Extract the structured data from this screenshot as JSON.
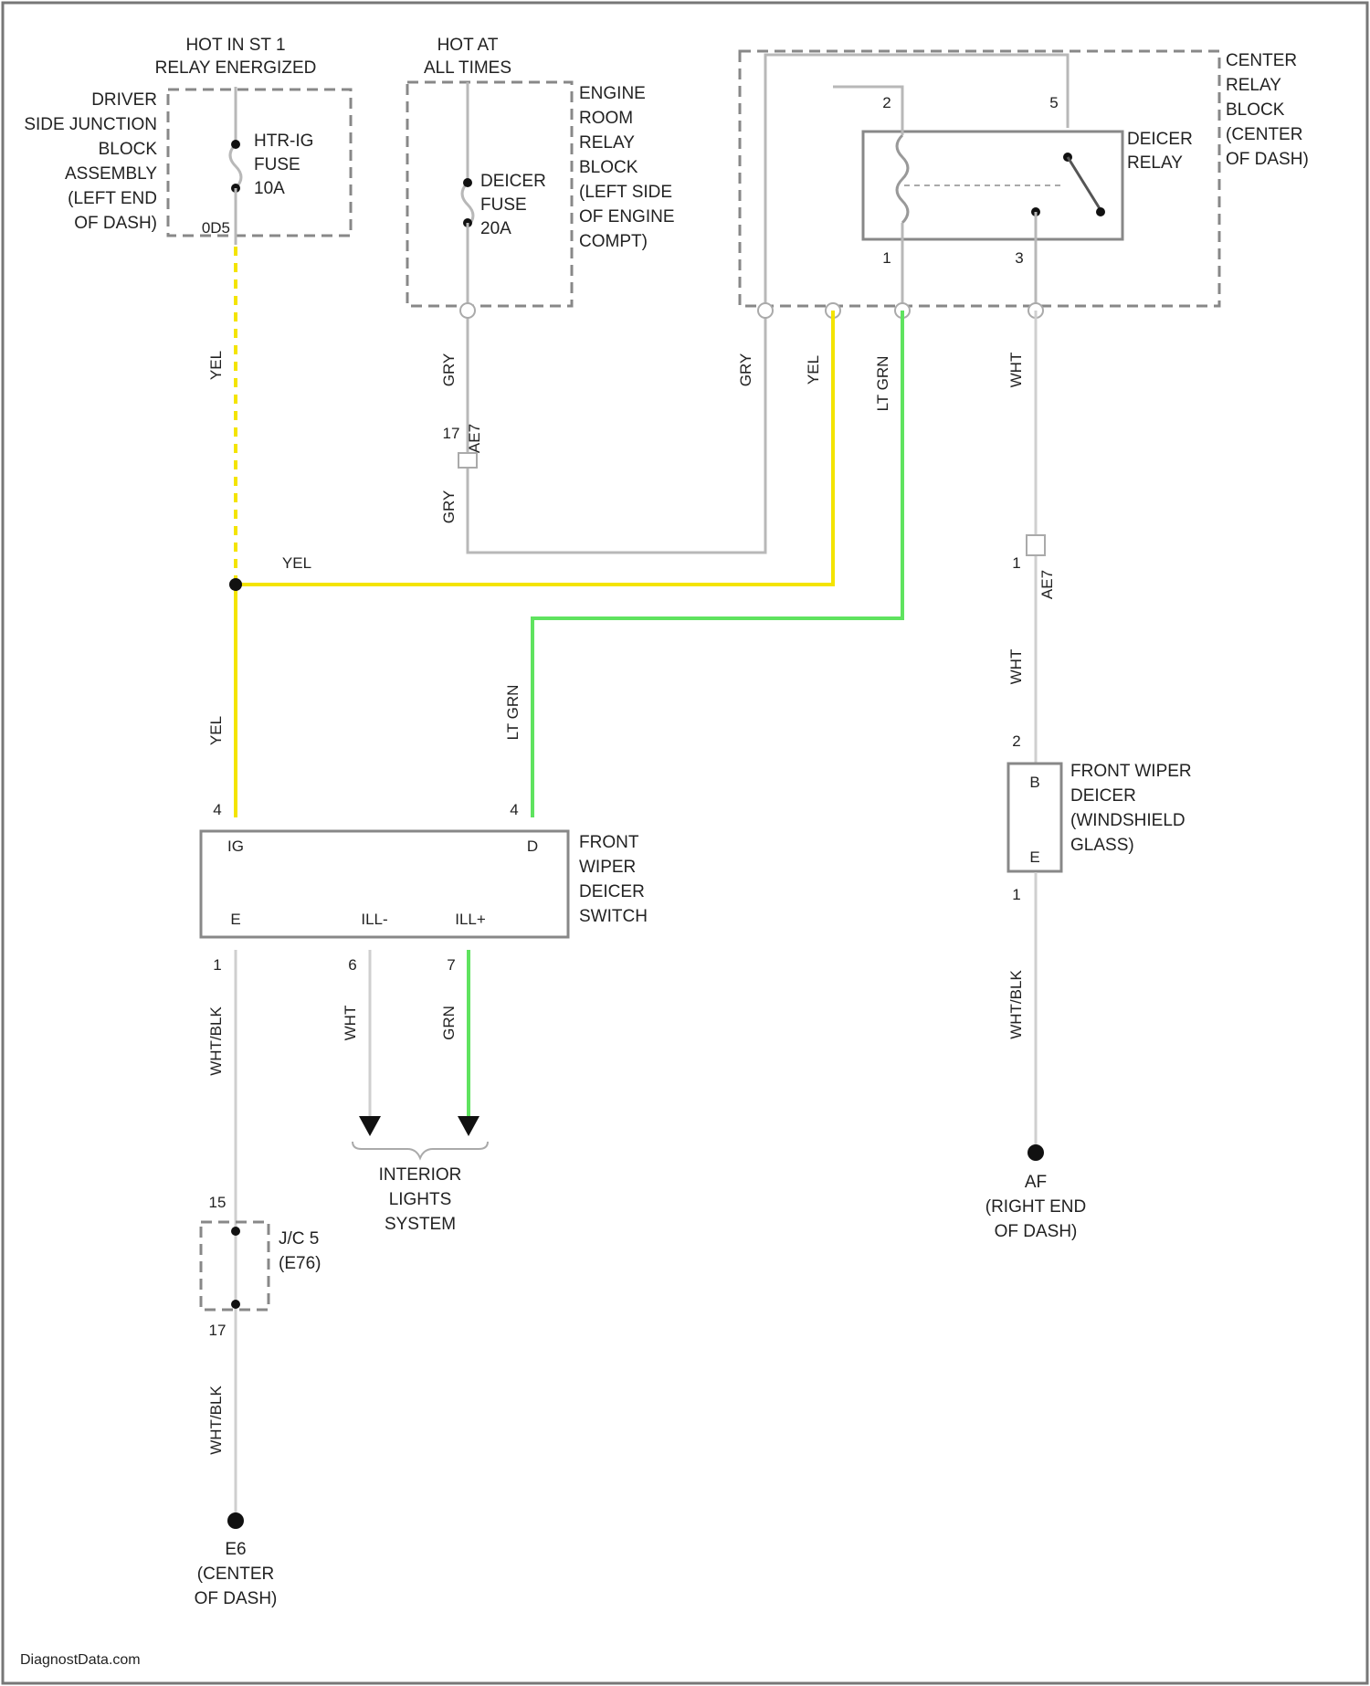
{
  "hot_run": {
    "line1": "HOT IN ST 1",
    "line2": "RELAY ENERGIZED"
  },
  "hot_all": {
    "line1": "HOT AT",
    "line2": "ALL TIMES"
  },
  "driver_jb": {
    "lines": [
      "DRIVER",
      "SIDE JUNCTION",
      "BLOCK",
      "ASSEMBLY",
      "(LEFT END",
      "OF DASH)"
    ]
  },
  "htr_fuse": {
    "lines": [
      "HTR-IG",
      "FUSE",
      "10A"
    ]
  },
  "engine_rb": {
    "lines": [
      "ENGINE",
      "ROOM",
      "RELAY",
      "BLOCK",
      "(LEFT SIDE",
      "OF ENGINE",
      "COMPT)"
    ]
  },
  "deicer_fuse": {
    "lines": [
      "DEICER",
      "FUSE",
      "20A"
    ]
  },
  "center_rb": {
    "lines": [
      "CENTER",
      "RELAY",
      "BLOCK",
      "(CENTER",
      "OF DASH)"
    ]
  },
  "deicer_relay": {
    "lines": [
      "DEICER",
      "RELAY"
    ]
  },
  "relay_pins": {
    "p2": "2",
    "p5": "5",
    "p1": "1",
    "p3": "3"
  },
  "wires": {
    "c_left": "0D5",
    "yel_a": "YEL",
    "gry_a": "GRY",
    "gry_b": "GRY",
    "gry_c": "GRY",
    "yel_b": "YEL",
    "ltgrn_a": "LT GRN",
    "wht_a": "WHT",
    "yel_h": "YEL",
    "yel_c": "YEL",
    "ltgrn_b": "LT GRN",
    "wht_b": "WHT",
    "wht_sw": "WHT",
    "grn": "GRN",
    "wb1": "WHT/BLK",
    "wb2": "WHT/BLK",
    "wb3": "WHT/BLK"
  },
  "connectors": {
    "ae7_l": "AE7",
    "ae7_l_pin": "17",
    "ae7_r": "AE7",
    "ae7_r_pin": "1",
    "pin_l": "4",
    "pin_r": "4",
    "pin_s1": "1",
    "pin_s2": "6",
    "pin_s3": "7",
    "pin_d1": "2",
    "pin_d2": "1",
    "jc_pin1": "15",
    "jc_pin2": "17"
  },
  "switch": {
    "lines": [
      "FRONT",
      "WIPER",
      "DEICER",
      "SWITCH"
    ],
    "ig": "IG",
    "d": "D",
    "e": "E",
    "ill_minus": "ILL-",
    "ill_plus": "ILL+"
  },
  "deicer": {
    "lines": [
      "FRONT WIPER",
      "DEICER",
      "(WINDSHIELD",
      "GLASS)"
    ],
    "b": "B",
    "e": "E"
  },
  "interior": {
    "lines": [
      "INTERIOR",
      "LIGHTS",
      "SYSTEM"
    ]
  },
  "jc": {
    "lines": [
      "J/C 5",
      "(E76)"
    ]
  },
  "ground_e6": {
    "lines": [
      "E6",
      "(CENTER",
      "OF DASH)"
    ]
  },
  "ground_af": {
    "lines": [
      "AF",
      "(RIGHT END",
      "OF DASH)"
    ]
  },
  "watermark": "DiagnostData.com",
  "colors": {
    "yellow": "#f4e400",
    "lt_green": "#5fe35f",
    "gray": "#b8b8b8",
    "white_wire": "#cfcfcf"
  }
}
